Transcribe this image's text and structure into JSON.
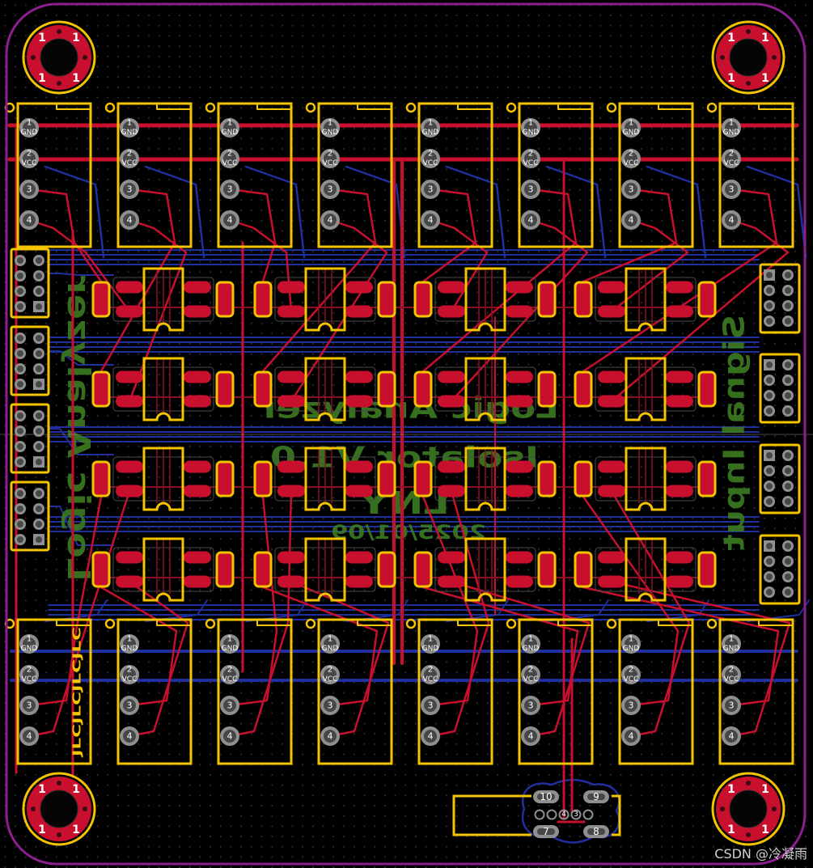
{
  "colors": {
    "background": "#000000",
    "board_outline": "#8b1f8f",
    "front_copper": "#c8102e",
    "front_copper_dark": "#8a0f22",
    "back_copper": "#1f2f9e",
    "front_silkscreen": "#f5c400",
    "back_silkscreen": "#3b7a22",
    "pad": "#8f8f8f",
    "pad_hole": "#474747",
    "pad_text": "#ffffff",
    "watermark": "#d0d0d0"
  },
  "mounting_hole": {
    "pad_number": "1"
  },
  "connector": {
    "pins": [
      {
        "number": "1",
        "net": "GND"
      },
      {
        "number": "2",
        "net": "VCC"
      },
      {
        "number": "3"
      },
      {
        "number": "4"
      }
    ]
  },
  "back_silk_text": {
    "title": "Logic Analyzer",
    "version": "Isolator V1.0",
    "author": "LNY",
    "date": "2025/01/09",
    "left_label": "Logic Analyzer",
    "right_label": "Signal Input"
  },
  "front_silk_text": {
    "fab_marker": "JLCJLCJLCJLC"
  },
  "bottom_header": {
    "large_pads": [
      "10",
      "9",
      "7",
      "8"
    ],
    "small_pads": [
      "4",
      "3"
    ]
  },
  "watermark": "CSDN @冷凝雨"
}
